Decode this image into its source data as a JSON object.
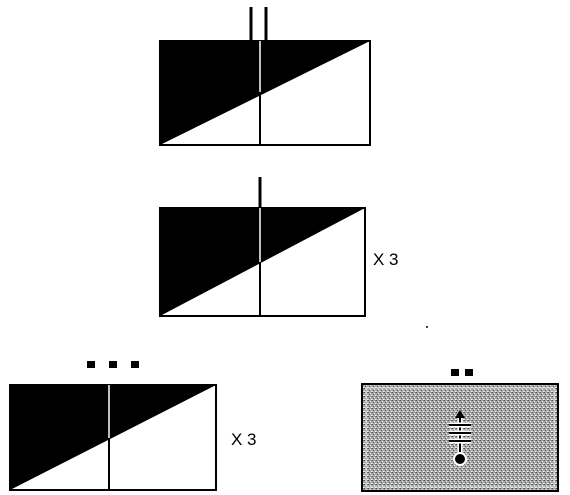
{
  "labels": {
    "multiplier_middle": "X 3",
    "multiplier_bottom_left": "X 3"
  },
  "colors": {
    "ink": "#000000",
    "paper": "#ffffff",
    "stipple": "#9a9a9a"
  },
  "icons": {
    "bottom_right_symbol": "pin-with-crossbars-icon",
    "bottom_left_marker": "three-squares-marker",
    "bottom_right_marker": "two-squares-marker",
    "top_marker": "double-vertical-line-marker",
    "middle_marker": "single-vertical-line-marker"
  }
}
